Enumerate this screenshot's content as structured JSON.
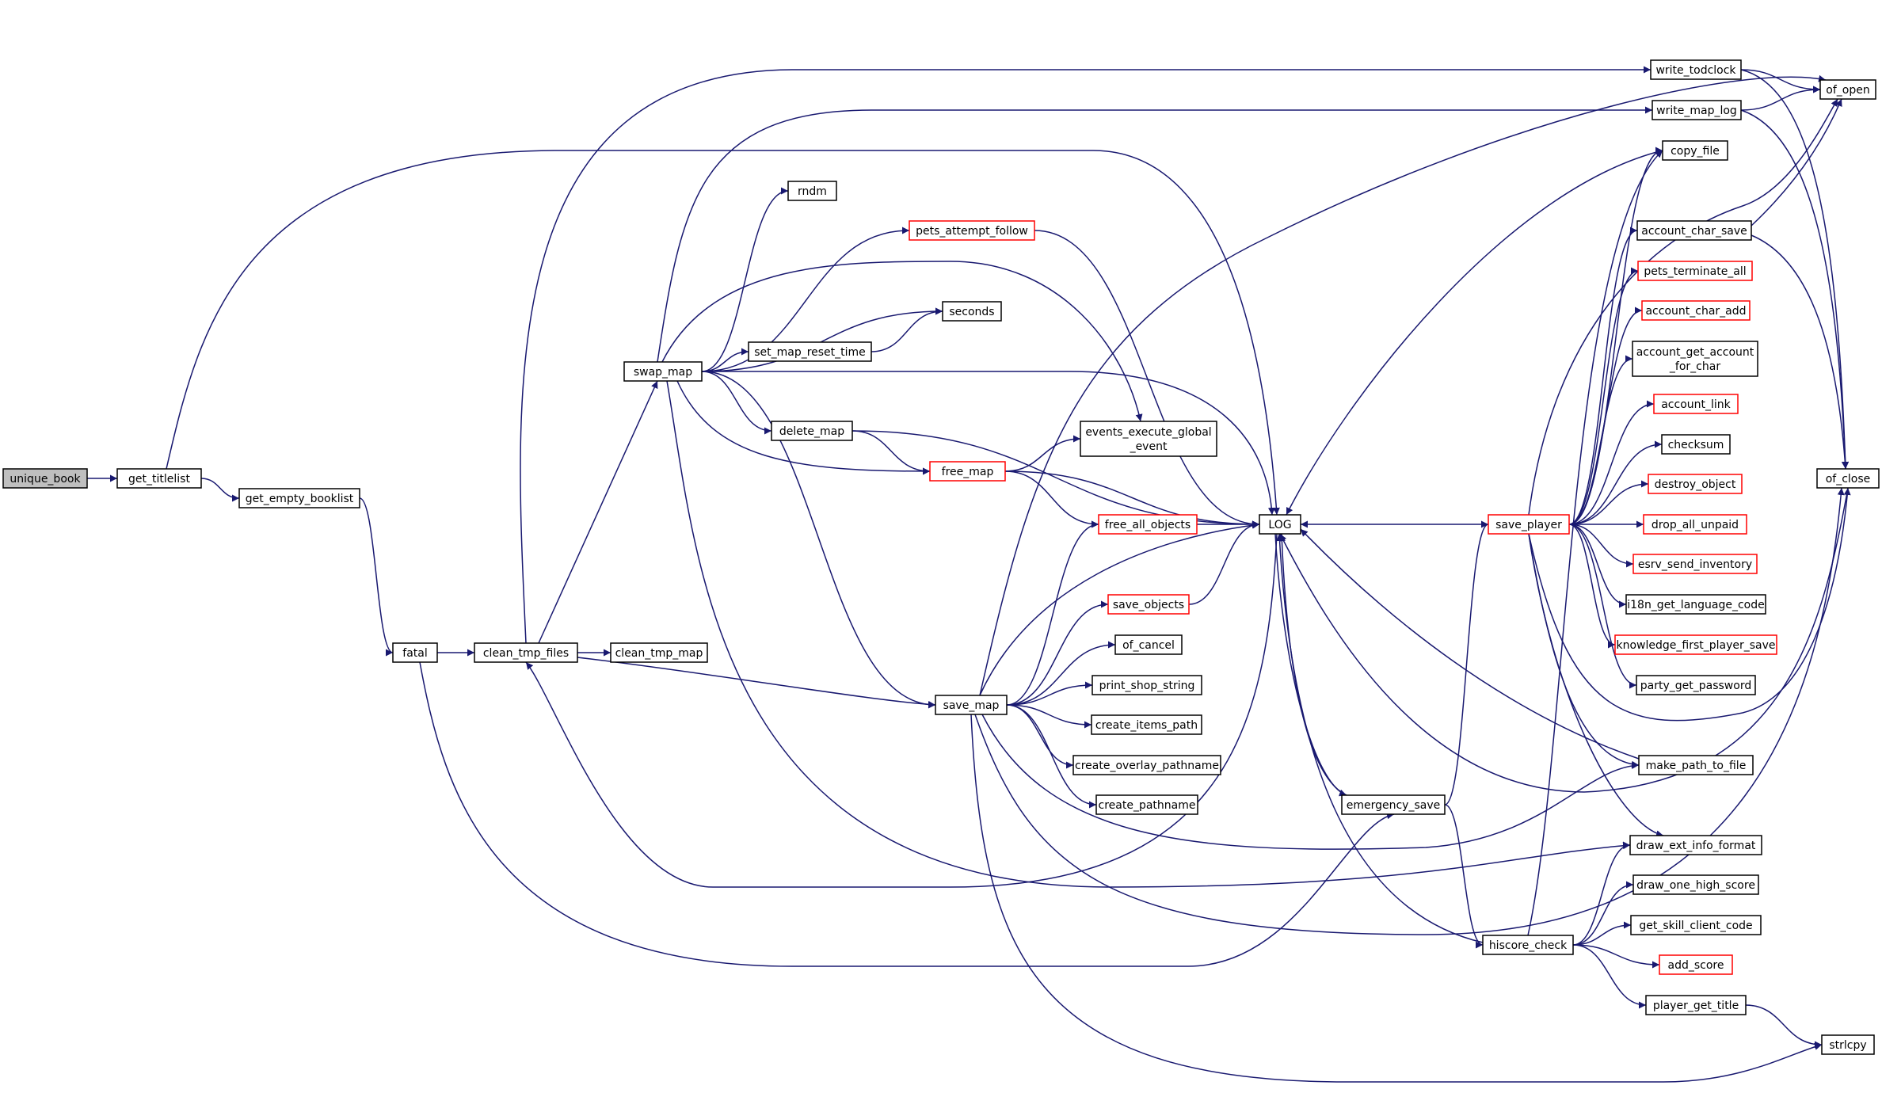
{
  "graph": {
    "edge_color": "#191970",
    "truncated_border_color": "#ff0000",
    "root_fill": "#bfbfbf",
    "nodes": [
      {
        "id": "unique_book",
        "label": [
          "unique_book"
        ],
        "root": true
      },
      {
        "id": "get_titlelist",
        "label": [
          "get_titlelist"
        ]
      },
      {
        "id": "get_empty_booklist",
        "label": [
          "get_empty_booklist"
        ]
      },
      {
        "id": "fatal",
        "label": [
          "fatal"
        ]
      },
      {
        "id": "clean_tmp_files",
        "label": [
          "clean_tmp_files"
        ]
      },
      {
        "id": "clean_tmp_map",
        "label": [
          "clean_tmp_map"
        ]
      },
      {
        "id": "swap_map",
        "label": [
          "swap_map"
        ]
      },
      {
        "id": "rndm",
        "label": [
          "rndm"
        ]
      },
      {
        "id": "pets_attempt_follow",
        "label": [
          "pets_attempt_follow"
        ],
        "truncated": true
      },
      {
        "id": "seconds",
        "label": [
          "seconds"
        ]
      },
      {
        "id": "set_map_reset_time",
        "label": [
          "set_map_reset_time"
        ]
      },
      {
        "id": "delete_map",
        "label": [
          "delete_map"
        ]
      },
      {
        "id": "events_execute_global_event",
        "label": [
          "events_execute_global",
          "_event"
        ]
      },
      {
        "id": "free_map",
        "label": [
          "free_map"
        ],
        "truncated": true
      },
      {
        "id": "free_all_objects",
        "label": [
          "free_all_objects"
        ],
        "truncated": true
      },
      {
        "id": "LOG",
        "label": [
          "LOG"
        ]
      },
      {
        "id": "save_objects",
        "label": [
          "save_objects"
        ],
        "truncated": true
      },
      {
        "id": "of_cancel",
        "label": [
          "of_cancel"
        ]
      },
      {
        "id": "print_shop_string",
        "label": [
          "print_shop_string"
        ]
      },
      {
        "id": "create_items_path",
        "label": [
          "create_items_path"
        ]
      },
      {
        "id": "create_overlay_pathname",
        "label": [
          "create_overlay_pathname"
        ]
      },
      {
        "id": "create_pathname",
        "label": [
          "create_pathname"
        ]
      },
      {
        "id": "save_map",
        "label": [
          "save_map"
        ]
      },
      {
        "id": "emergency_save",
        "label": [
          "emergency_save"
        ]
      },
      {
        "id": "hiscore_check",
        "label": [
          "hiscore_check"
        ]
      },
      {
        "id": "save_player",
        "label": [
          "save_player"
        ],
        "truncated": true
      },
      {
        "id": "write_todclock",
        "label": [
          "write_todclock"
        ]
      },
      {
        "id": "write_map_log",
        "label": [
          "write_map_log"
        ]
      },
      {
        "id": "copy_file",
        "label": [
          "copy_file"
        ]
      },
      {
        "id": "account_char_save",
        "label": [
          "account_char_save"
        ]
      },
      {
        "id": "pets_terminate_all",
        "label": [
          "pets_terminate_all"
        ],
        "truncated": true
      },
      {
        "id": "account_char_add",
        "label": [
          "account_char_add"
        ],
        "truncated": true
      },
      {
        "id": "account_get_account_for_char",
        "label": [
          "account_get_account",
          "_for_char"
        ]
      },
      {
        "id": "account_link",
        "label": [
          "account_link"
        ],
        "truncated": true
      },
      {
        "id": "checksum",
        "label": [
          "checksum"
        ]
      },
      {
        "id": "destroy_object",
        "label": [
          "destroy_object"
        ],
        "truncated": true
      },
      {
        "id": "drop_all_unpaid",
        "label": [
          "drop_all_unpaid"
        ],
        "truncated": true
      },
      {
        "id": "esrv_send_inventory",
        "label": [
          "esrv_send_inventory"
        ],
        "truncated": true
      },
      {
        "id": "i18n_get_language_code",
        "label": [
          "i18n_get_language_code"
        ]
      },
      {
        "id": "knowledge_first_player_save",
        "label": [
          "knowledge_first_player_save"
        ],
        "truncated": true
      },
      {
        "id": "party_get_password",
        "label": [
          "party_get_password"
        ]
      },
      {
        "id": "make_path_to_file",
        "label": [
          "make_path_to_file"
        ]
      },
      {
        "id": "draw_ext_info_format",
        "label": [
          "draw_ext_info_format"
        ]
      },
      {
        "id": "draw_one_high_score",
        "label": [
          "draw_one_high_score"
        ]
      },
      {
        "id": "get_skill_client_code",
        "label": [
          "get_skill_client_code"
        ]
      },
      {
        "id": "add_score",
        "label": [
          "add_score"
        ],
        "truncated": true
      },
      {
        "id": "player_get_title",
        "label": [
          "player_get_title"
        ]
      },
      {
        "id": "of_open",
        "label": [
          "of_open"
        ]
      },
      {
        "id": "of_close",
        "label": [
          "of_close"
        ]
      },
      {
        "id": "strlcpy",
        "label": [
          "strlcpy"
        ]
      }
    ],
    "edges": [
      [
        "unique_book",
        "get_titlelist"
      ],
      [
        "get_titlelist",
        "get_empty_booklist"
      ],
      [
        "get_titlelist",
        "LOG"
      ],
      [
        "get_empty_booklist",
        "fatal"
      ],
      [
        "fatal",
        "clean_tmp_files"
      ],
      [
        "fatal",
        "emergency_save"
      ],
      [
        "clean_tmp_files",
        "clean_tmp_map"
      ],
      [
        "clean_tmp_files",
        "swap_map"
      ],
      [
        "clean_tmp_files",
        "save_map"
      ],
      [
        "clean_tmp_files",
        "write_todclock"
      ],
      [
        "swap_map",
        "rndm"
      ],
      [
        "swap_map",
        "pets_attempt_follow"
      ],
      [
        "swap_map",
        "seconds"
      ],
      [
        "swap_map",
        "set_map_reset_time"
      ],
      [
        "swap_map",
        "delete_map"
      ],
      [
        "swap_map",
        "free_map"
      ],
      [
        "swap_map",
        "LOG"
      ],
      [
        "swap_map",
        "events_execute_global_event"
      ],
      [
        "swap_map",
        "save_map"
      ],
      [
        "swap_map",
        "write_map_log"
      ],
      [
        "swap_map",
        "draw_ext_info_format"
      ],
      [
        "set_map_reset_time",
        "seconds"
      ],
      [
        "pets_attempt_follow",
        "LOG"
      ],
      [
        "delete_map",
        "free_map"
      ],
      [
        "delete_map",
        "LOG"
      ],
      [
        "free_map",
        "events_execute_global_event"
      ],
      [
        "free_map",
        "free_all_objects"
      ],
      [
        "free_map",
        "LOG"
      ],
      [
        "free_all_objects",
        "LOG"
      ],
      [
        "save_objects",
        "LOG"
      ],
      [
        "save_map",
        "free_all_objects"
      ],
      [
        "save_map",
        "save_objects"
      ],
      [
        "save_map",
        "of_cancel"
      ],
      [
        "save_map",
        "print_shop_string"
      ],
      [
        "save_map",
        "create_items_path"
      ],
      [
        "save_map",
        "create_overlay_pathname"
      ],
      [
        "save_map",
        "create_pathname"
      ],
      [
        "save_map",
        "LOG"
      ],
      [
        "save_map",
        "of_open"
      ],
      [
        "save_map",
        "of_close"
      ],
      [
        "save_map",
        "make_path_to_file"
      ],
      [
        "save_map",
        "strlcpy"
      ],
      [
        "LOG",
        "clean_tmp_files"
      ],
      [
        "LOG",
        "emergency_save"
      ],
      [
        "emergency_save",
        "LOG"
      ],
      [
        "emergency_save",
        "save_player"
      ],
      [
        "emergency_save",
        "hiscore_check"
      ],
      [
        "hiscore_check",
        "LOG"
      ],
      [
        "hiscore_check",
        "draw_ext_info_format"
      ],
      [
        "hiscore_check",
        "draw_one_high_score"
      ],
      [
        "hiscore_check",
        "get_skill_client_code"
      ],
      [
        "hiscore_check",
        "add_score"
      ],
      [
        "hiscore_check",
        "player_get_title"
      ],
      [
        "hiscore_check",
        "copy_file"
      ],
      [
        "save_player",
        "LOG"
      ],
      [
        "save_player",
        "copy_file"
      ],
      [
        "save_player",
        "account_char_save"
      ],
      [
        "save_player",
        "pets_terminate_all"
      ],
      [
        "save_player",
        "account_char_add"
      ],
      [
        "save_player",
        "account_get_account_for_char"
      ],
      [
        "save_player",
        "account_link"
      ],
      [
        "save_player",
        "checksum"
      ],
      [
        "save_player",
        "destroy_object"
      ],
      [
        "save_player",
        "drop_all_unpaid"
      ],
      [
        "save_player",
        "esrv_send_inventory"
      ],
      [
        "save_player",
        "i18n_get_language_code"
      ],
      [
        "save_player",
        "knowledge_first_player_save"
      ],
      [
        "save_player",
        "party_get_password"
      ],
      [
        "save_player",
        "make_path_to_file"
      ],
      [
        "save_player",
        "draw_ext_info_format"
      ],
      [
        "save_player",
        "of_open"
      ],
      [
        "save_player",
        "of_close"
      ],
      [
        "write_todclock",
        "of_open"
      ],
      [
        "write_todclock",
        "of_close"
      ],
      [
        "write_map_log",
        "of_open"
      ],
      [
        "write_map_log",
        "of_close"
      ],
      [
        "account_char_save",
        "of_open"
      ],
      [
        "account_char_save",
        "of_close"
      ],
      [
        "make_path_to_file",
        "LOG"
      ],
      [
        "copy_file",
        "LOG"
      ],
      [
        "player_get_title",
        "strlcpy"
      ],
      [
        "of_close",
        "LOG"
      ]
    ]
  }
}
